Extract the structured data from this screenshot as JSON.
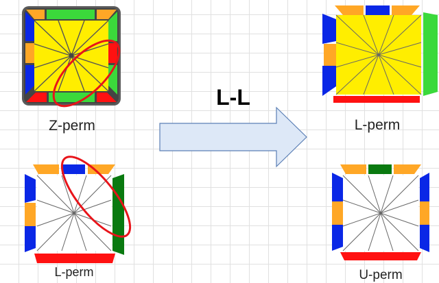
{
  "colors": {
    "yellow": "#ffee00",
    "orange": "#ffa726",
    "blue": "#0a27e6",
    "green": "#3bd93b",
    "dark_green": "#0a7a10",
    "red": "#ff1111",
    "highlight": "#e8141a",
    "arrow_fill": "#dde8f7",
    "arrow_stroke": "#5b7fb5"
  },
  "diagrams": {
    "z_perm": {
      "caption": "Z-perm"
    },
    "l_perm_result": {
      "caption": "L-perm"
    },
    "l_perm_input": {
      "caption": "L-perm"
    },
    "u_perm_result": {
      "caption": "U-perm"
    }
  },
  "transform": {
    "label": "L-L"
  }
}
